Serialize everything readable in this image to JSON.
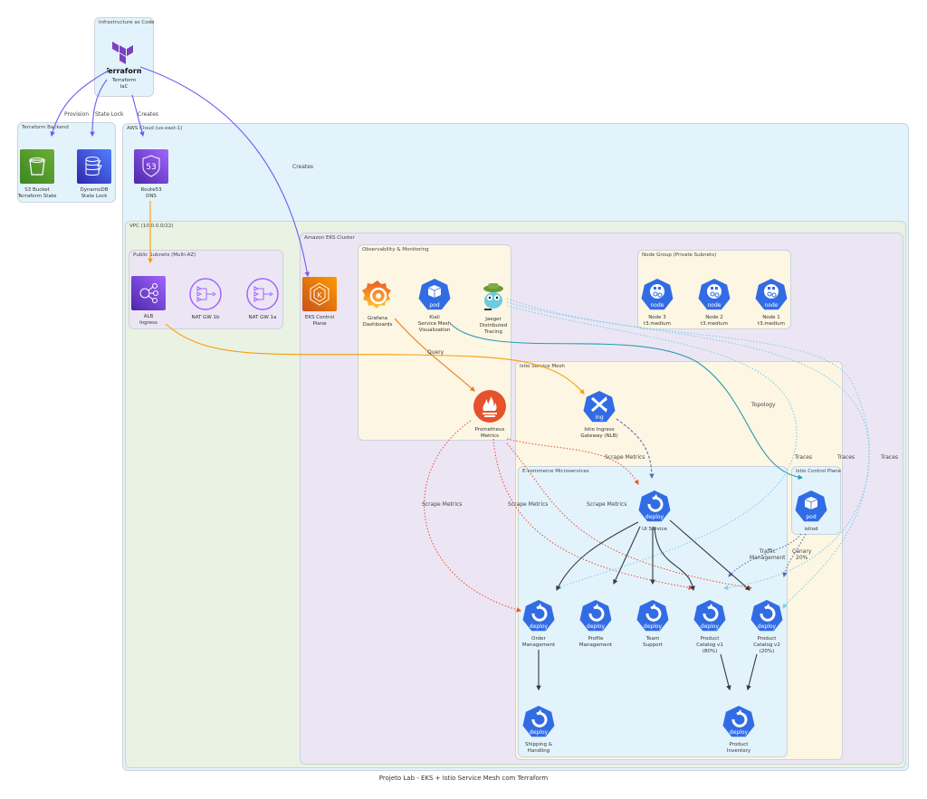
{
  "title": "Projeto Lab - EKS + Istio Service Mesh com Terraform",
  "clusters": {
    "iac": "Infrastructure as Code",
    "backend": "Terraform Backend",
    "aws": "AWS Cloud (us-east-1)",
    "vpc": "VPC (10.0.0.0/22)",
    "public": "Public Subnets (Multi-AZ)",
    "eks": "Amazon EKS Cluster",
    "obs": "Observability & Monitoring",
    "nodegroup": "Node Group (Private Subnets)",
    "mesh": "Istio Service Mesh",
    "ecom": "E-commerce Microservices",
    "istiocp": "Istio Control Plane"
  },
  "nodes": {
    "terraform": {
      "lines": [
        "Terraform",
        "IaC"
      ],
      "icon": "terraform-logo",
      "logo_text": "Terraform"
    },
    "s3": {
      "lines": [
        "S3 Bucket",
        "Terraform State"
      ],
      "icon": "s3-bucket"
    },
    "dynamo": {
      "lines": [
        "DynamoDB",
        "State Lock"
      ],
      "icon": "dynamodb"
    },
    "route53": {
      "lines": [
        "Route53",
        "DNS"
      ],
      "icon": "route53",
      "badge": "53"
    },
    "alb": {
      "lines": [
        "ALB",
        "Ingress"
      ],
      "icon": "alb"
    },
    "nat1b": {
      "lines": [
        "NAT GW 1b"
      ],
      "icon": "nat-gateway"
    },
    "nat1a": {
      "lines": [
        "NAT GW 1a"
      ],
      "icon": "nat-gateway"
    },
    "eks": {
      "lines": [
        "EKS Control",
        "Plane"
      ],
      "icon": "eks"
    },
    "grafana": {
      "lines": [
        "Grafana",
        "Dashboards"
      ],
      "icon": "grafana"
    },
    "kiali": {
      "lines": [
        "Kiali",
        "Service Mesh",
        "Visualization"
      ],
      "icon": "k8s",
      "badge": "pod"
    },
    "jaeger": {
      "lines": [
        "Jaeger",
        "Distributed",
        "Tracing"
      ],
      "icon": "jaeger"
    },
    "prometheus": {
      "lines": [
        "Prometheus",
        "Metrics"
      ],
      "icon": "prometheus"
    },
    "node3": {
      "lines": [
        "Node 3",
        "t3.medium"
      ],
      "icon": "k8s",
      "badge": "node"
    },
    "node2": {
      "lines": [
        "Node 2",
        "t3.medium"
      ],
      "icon": "k8s",
      "badge": "node"
    },
    "node1": {
      "lines": [
        "Node 1",
        "t3.medium"
      ],
      "icon": "k8s",
      "badge": "node"
    },
    "ingress": {
      "lines": [
        "Istio Ingress",
        "Gateway (NLB)"
      ],
      "icon": "k8s",
      "badge": "ing"
    },
    "ui": {
      "lines": [
        "UI Service"
      ],
      "icon": "k8s",
      "badge": "deploy"
    },
    "istiod": {
      "lines": [
        "istiod"
      ],
      "icon": "k8s",
      "badge": "pod"
    },
    "order": {
      "lines": [
        "Order",
        "Management"
      ],
      "icon": "k8s",
      "badge": "deploy"
    },
    "profile": {
      "lines": [
        "Profile",
        "Management"
      ],
      "icon": "k8s",
      "badge": "deploy"
    },
    "team": {
      "lines": [
        "Team",
        "Support"
      ],
      "icon": "k8s",
      "badge": "deploy"
    },
    "pc1": {
      "lines": [
        "Product",
        "Catalog v1",
        "(80%)"
      ],
      "icon": "k8s",
      "badge": "deploy"
    },
    "pc2": {
      "lines": [
        "Product",
        "Catalog v2",
        "(20%)"
      ],
      "icon": "k8s",
      "badge": "deploy"
    },
    "shipping": {
      "lines": [
        "Shipping &",
        "Handling"
      ],
      "icon": "k8s",
      "badge": "deploy"
    },
    "inventory": {
      "lines": [
        "Product",
        "Inventory"
      ],
      "icon": "k8s",
      "badge": "deploy"
    }
  },
  "edge_labels": {
    "provision": "Provision",
    "state_lock": "State Lock",
    "creates_dns": "Creates",
    "creates_eks": "Creates",
    "query": "Query",
    "topology": "Topology",
    "scrape1": "Scrape Metrics",
    "scrape2": "Scrape Metrics",
    "scrape3": "Scrape Metrics",
    "scrape4": "Scrape Metrics",
    "traces1": "Traces",
    "traces2": "Traces",
    "traces3": "Traces",
    "traffic": "Traffic\nManagement",
    "canary": "Canary\n20%"
  },
  "colors": {
    "terraform": "#7b42bc",
    "iac_edge": "#6f5cf0",
    "alb_edge": "#f59e0b",
    "scrape": "#e8593c",
    "traces": "#7fd0e8",
    "topology": "#2a9bb0",
    "k8s": "#326ce5",
    "dark": "#333a44"
  }
}
